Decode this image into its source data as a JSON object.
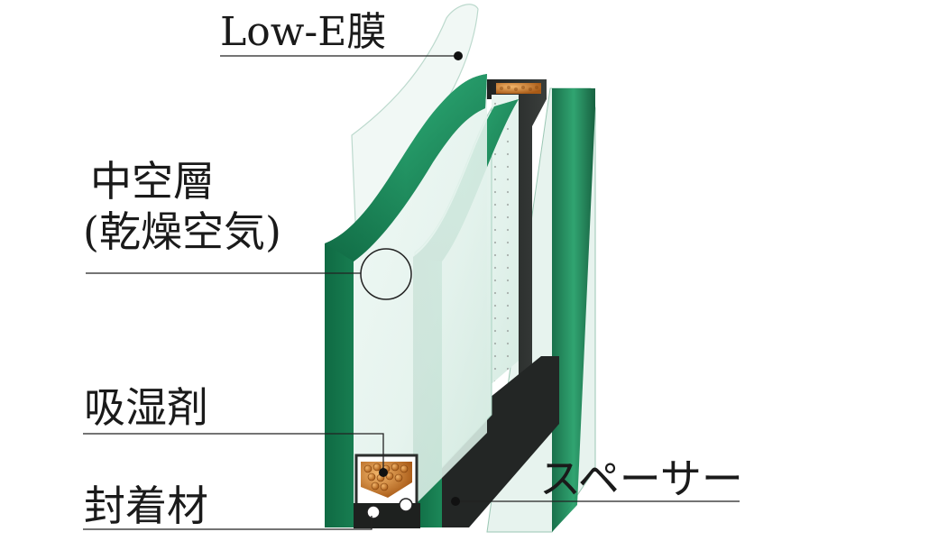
{
  "labels": {
    "low_e": "Low-E膜",
    "air_layer_line1": "中空層",
    "air_layer_line2": "(乾燥空気)",
    "desiccant": "吸湿剤",
    "sealant": "封着材",
    "spacer": "スペーサー"
  },
  "colors": {
    "glass_edge_green": "#1f8a5a",
    "glass_edge_dark": "#0f5c3a",
    "glass_tint": "#dff1ea",
    "spacer_dark": "#2b2e2c",
    "desiccant_orange": "#c9772a",
    "leader_line": "#222222"
  }
}
